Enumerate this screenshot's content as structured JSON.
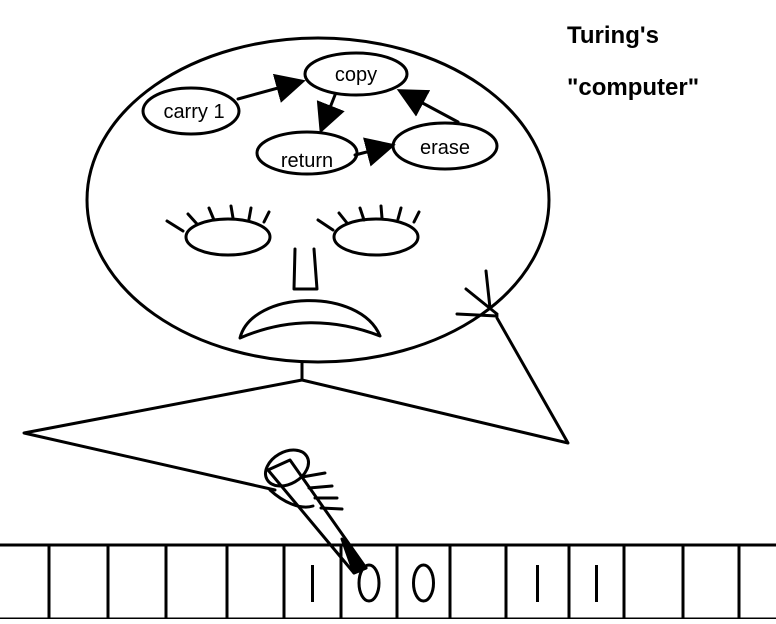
{
  "title_lines": [
    "Turing's",
    "\"computer\""
  ],
  "states": {
    "copy": "copy",
    "carry": "carry 1",
    "return": "return",
    "erase": "erase"
  },
  "tape": {
    "symbols": [
      "",
      "",
      "",
      "",
      "",
      "1",
      "0",
      "0",
      "",
      "1",
      "1",
      "",
      "",
      ""
    ]
  }
}
